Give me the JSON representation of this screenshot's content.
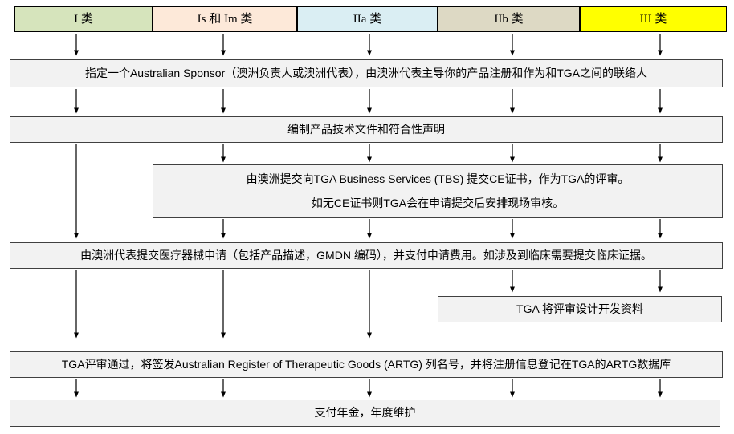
{
  "header": {
    "items": [
      {
        "label": "I 类",
        "color": "#d6e4bc"
      },
      {
        "label": "Is 和 Im 类",
        "color": "#fde9d9"
      },
      {
        "label": "IIa 类",
        "color": "#daeef3"
      },
      {
        "label": "IIb 类",
        "color": "#ddd9c4"
      },
      {
        "label": "III 类",
        "color": "#ffff00"
      }
    ]
  },
  "steps": {
    "sponsor": "指定一个Australian Sponsor（澳洲负责人或澳洲代表），由澳洲代表主导你的产品注册和作为和TGA之间的联络人",
    "technical_file": "编制产品技术文件和符合性声明",
    "tbs_line1": "由澳洲提交向TGA Business Services (TBS) 提交CE证书，作为TGA的评审。",
    "tbs_line2": "如无CE证书则TGA会在申请提交后安排现场审核。",
    "application": "由澳洲代表提交医疗器械申请（包括产品描述，GMDN 编码），并支付申请费用。如涉及到临床需要提交临床证据。",
    "design_review": "TGA 将评审设计开发资料",
    "artg": "TGA评审通过，将签发Australian Register of Therapeutic Goods (ARTG) 列名号，并将注册信息登记在TGA的ARTG数据库",
    "annual_fee": "支付年金，年度维护"
  },
  "colors": {
    "step_fill": "#f2f2f2",
    "step_border": "#404040",
    "arrow": "#000000"
  }
}
